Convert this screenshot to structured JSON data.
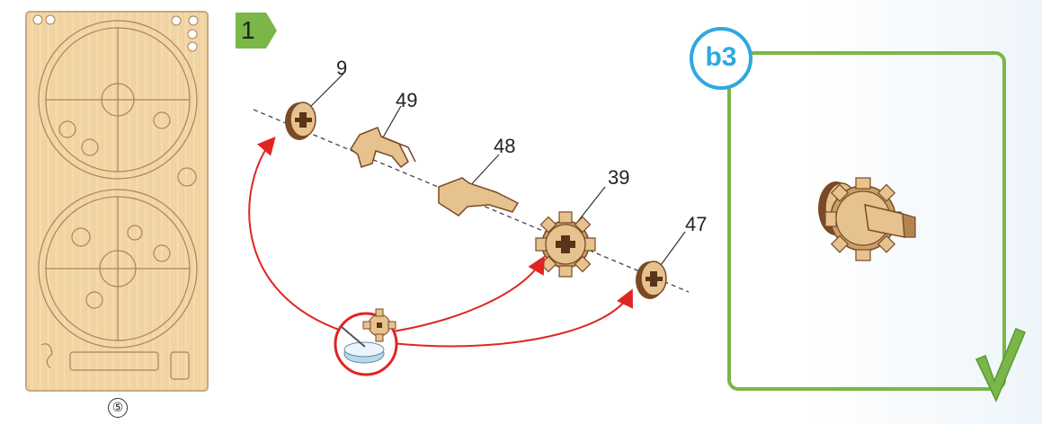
{
  "step": {
    "number": "1"
  },
  "sheet": {
    "label": "⑤"
  },
  "parts": [
    {
      "id": "part-9",
      "label": "9"
    },
    {
      "id": "part-49",
      "label": "49"
    },
    {
      "id": "part-48",
      "label": "48"
    },
    {
      "id": "part-39",
      "label": "39"
    },
    {
      "id": "part-47",
      "label": "47"
    }
  ],
  "result": {
    "sub_step": "b3"
  },
  "colors": {
    "step_badge": "#7ab648",
    "result_frame": "#7ab648",
    "sub_step_badge": "#2ea9df",
    "arrows": "#e02424",
    "wood": "#e6c28e",
    "wood_dark": "#7a4a26"
  },
  "icons": [
    "glue-pot-icon",
    "check-mark-icon"
  ]
}
